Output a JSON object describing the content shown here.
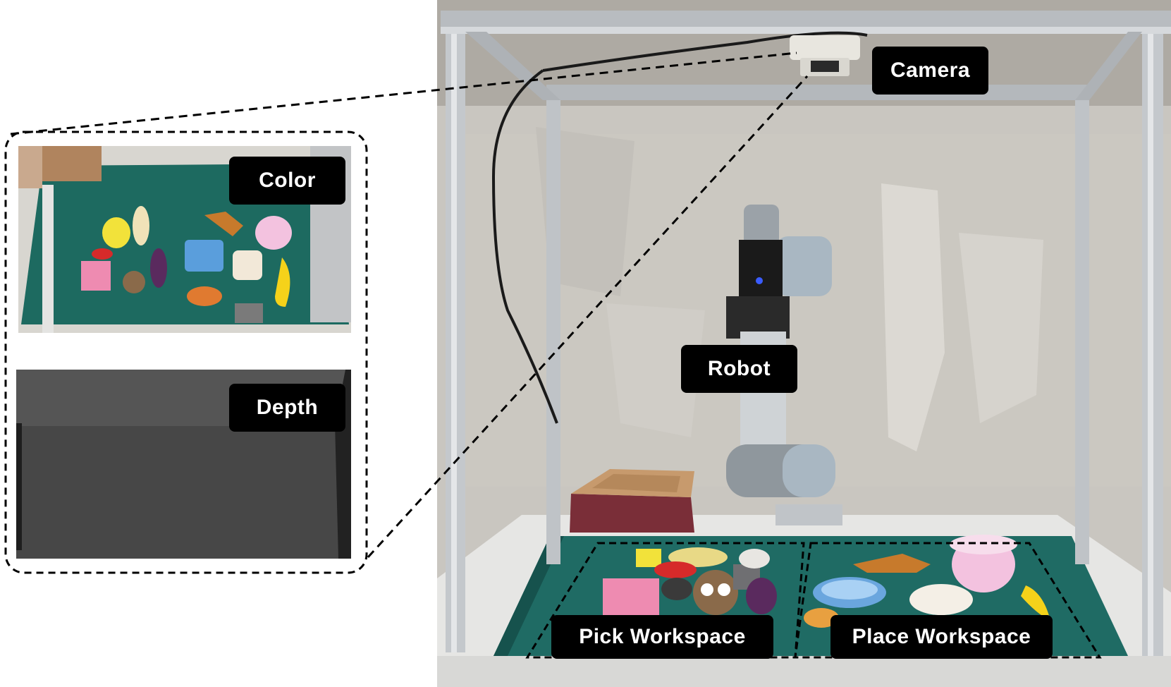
{
  "labels": {
    "camera": "Camera",
    "robot": "Robot",
    "color": "Color",
    "depth": "Depth",
    "pick_workspace": "Pick Workspace",
    "place_workspace": "Place Workspace"
  },
  "colors": {
    "label_bg": "#000000",
    "label_text": "#ffffff",
    "mat": "#1e6e68",
    "frame": "#c8ccd0",
    "wall": "#bdbab4",
    "depth_bg": "#4b4b4b"
  },
  "icons": [
    "robot-arm",
    "camera-device",
    "aluminum-frame",
    "objects"
  ]
}
